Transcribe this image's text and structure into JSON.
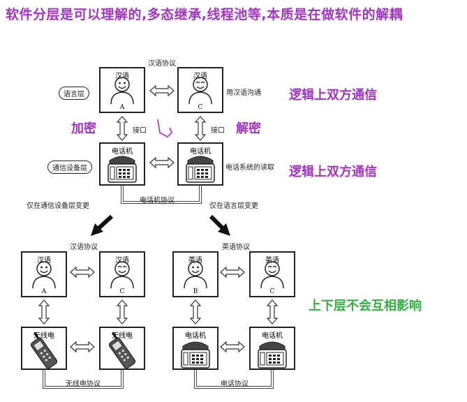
{
  "title": "软件分层是可以理解的,多态继承,线程池等,本质是在做软件的解耦",
  "top": {
    "protocol_top": "汉语协议",
    "box_a_title": "汉语",
    "box_a_letter": "A",
    "box_c_title": "汉语",
    "box_c_letter": "C",
    "side_language": "语言层",
    "side_device": "通信设备层",
    "use_chinese": "用汉语沟通",
    "interface": "接口",
    "phone_left": "电话机",
    "phone_right": "电话机",
    "phone_read": "电话系统的读取",
    "phone_protocol": "电话机协议",
    "only_device": "仅在通信设备层变更",
    "only_language": "仅在语言层变更"
  },
  "annotations": {
    "encrypt": "加密",
    "decrypt": "解密",
    "logic1": "逻辑上双方通信",
    "logic2": "逻辑上双方通信",
    "independent": "上下层不会互相影响"
  },
  "bottom_left": {
    "protocol": "汉语协议",
    "a_title": "汉语",
    "a_letter": "A",
    "c_title": "汉语",
    "c_letter": "C",
    "radio_left": "无线电",
    "radio_right": "无线电",
    "radio_protocol": "无线电协议"
  },
  "bottom_right": {
    "protocol": "英语协议",
    "b_title": "英语",
    "b_letter": "B",
    "c_title": "英语",
    "c_letter": "C",
    "phone_left": "电话机",
    "phone_right": "电话机",
    "phone_protocol": "电话协议"
  },
  "colors": {
    "purple": "#a234c4",
    "green": "#33b040"
  }
}
